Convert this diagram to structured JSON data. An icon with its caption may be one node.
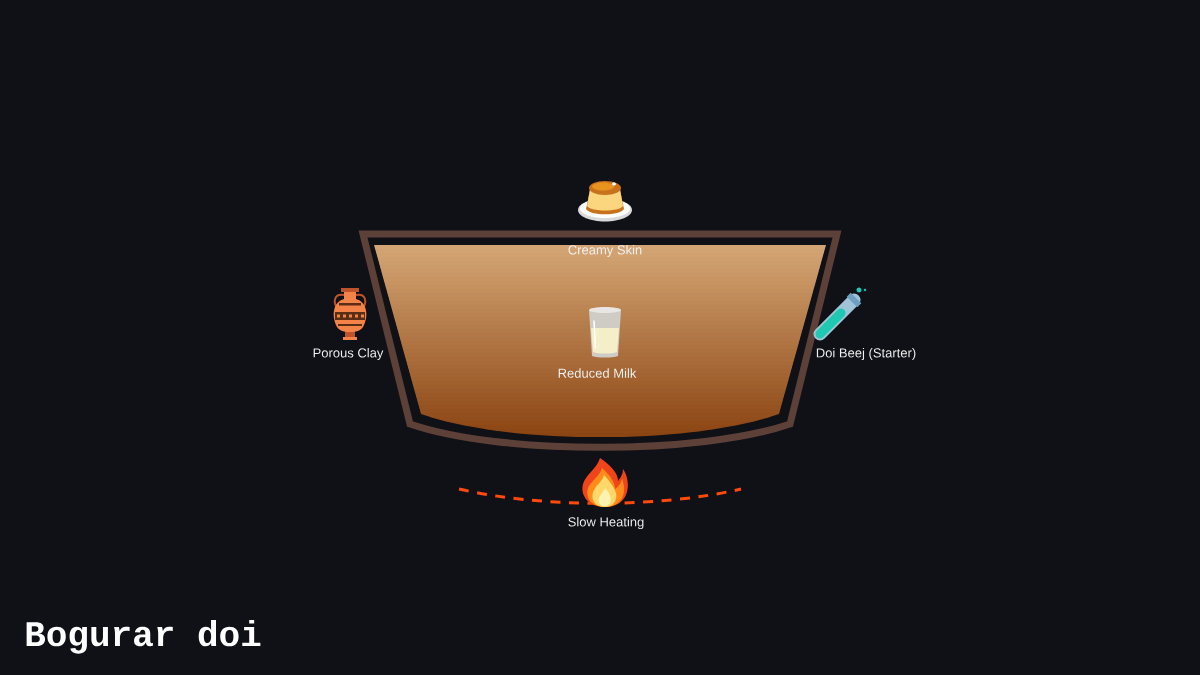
{
  "diagram": {
    "title": "Bogurar doi",
    "labels": [
      "Creamy Skin",
      "Porous Clay",
      "Reduced Milk",
      "Doi Beej (Starter)",
      "Slow Heating"
    ]
  }
}
